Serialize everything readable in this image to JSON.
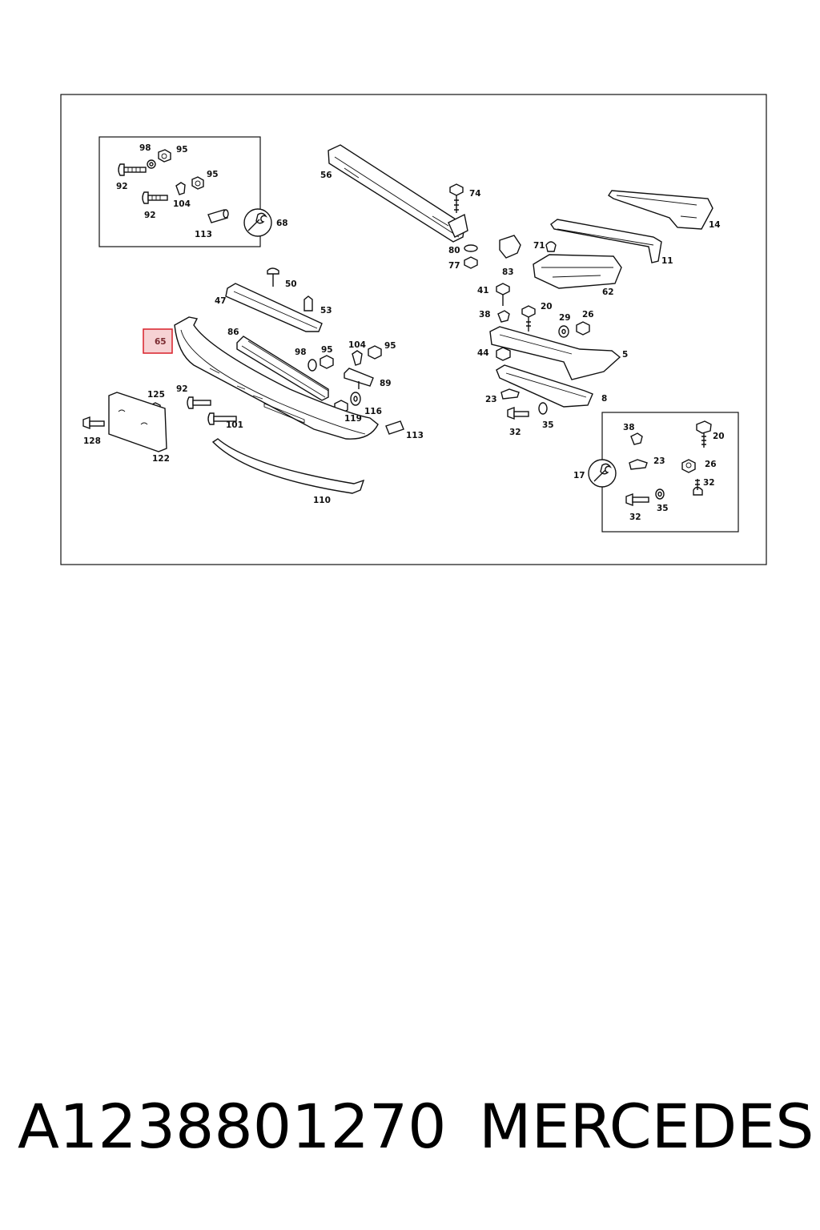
{
  "footer": {
    "part_number": "A1238801270",
    "brand": "MERCEDES"
  },
  "highlight": {
    "label": "65",
    "border_color": "#d9202a",
    "fill_color": "#f6d2d4"
  },
  "inset_left": {
    "labels": [
      "98",
      "95",
      "92",
      "95",
      "104",
      "92",
      "113",
      "68"
    ],
    "icon": "wrench-icon"
  },
  "inset_right": {
    "labels": [
      "38",
      "20",
      "23",
      "26",
      "17",
      "32",
      "35",
      "32"
    ],
    "icon": "wrench-icon"
  },
  "main_labels": [
    "56",
    "74",
    "14",
    "71",
    "11",
    "80",
    "77",
    "83",
    "62",
    "50",
    "47",
    "53",
    "41",
    "20",
    "38",
    "29",
    "26",
    "86",
    "104",
    "95",
    "98",
    "95",
    "44",
    "5",
    "89",
    "23",
    "8",
    "125",
    "92",
    "119",
    "116",
    "101",
    "32",
    "35",
    "113",
    "128",
    "122",
    "110"
  ]
}
